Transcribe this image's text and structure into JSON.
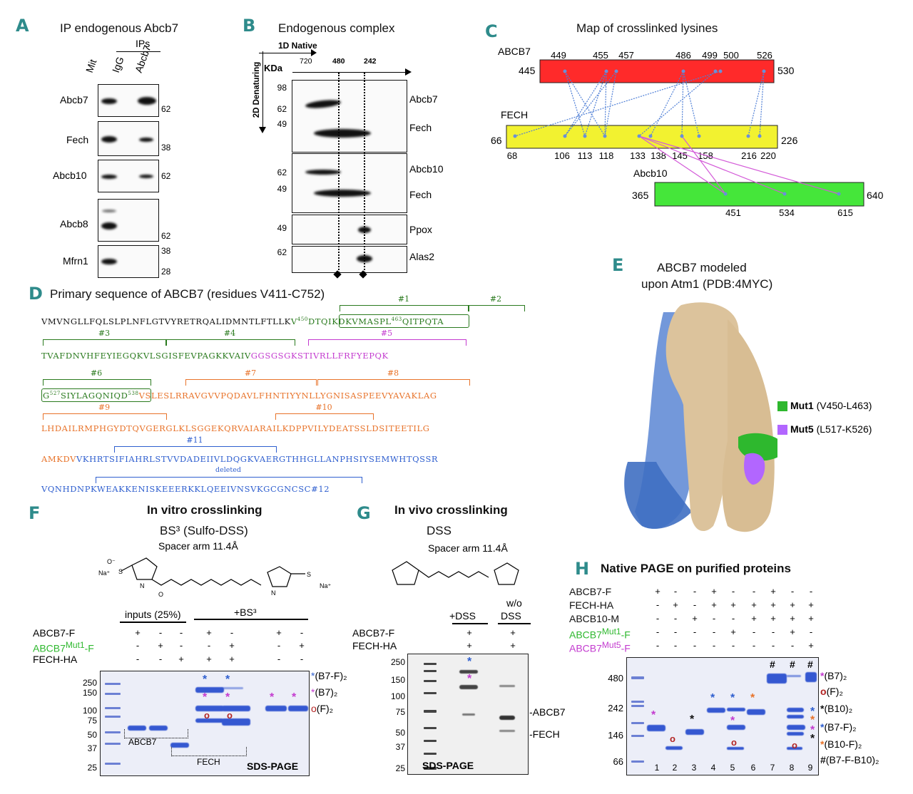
{
  "panelA": {
    "letter": "A",
    "title": "IP endogenous Abcb7",
    "ips": "IPs",
    "lanes": [
      "Mit",
      "IgG",
      "Abcb7"
    ],
    "rows": [
      {
        "name": "Abcb7",
        "mw": [
          "62"
        ]
      },
      {
        "name": "Fech",
        "mw": [
          "38"
        ]
      },
      {
        "name": "Abcb10",
        "mw": [
          "62"
        ]
      },
      {
        "name": "Abcb8",
        "mw": [
          "62"
        ]
      },
      {
        "name": "Mfrn1",
        "mw": [
          "38",
          "28"
        ]
      }
    ]
  },
  "panelB": {
    "letter": "B",
    "title": "Endogenous complex",
    "native": "1D Native",
    "denat": "2D Denaturing",
    "kda": "KDa",
    "native_ticks": [
      "720",
      "480",
      "242"
    ],
    "blots": [
      {
        "mw": [
          "98",
          "62",
          "49"
        ],
        "labels": [
          "Abcb7",
          "Fech"
        ]
      },
      {
        "mw": [
          "62",
          "49"
        ],
        "labels": [
          "Abcb10",
          "Fech"
        ]
      },
      {
        "mw": [
          "49"
        ],
        "labels": [
          "Ppox"
        ]
      },
      {
        "mw": [
          "62"
        ],
        "labels": [
          "Alas2"
        ]
      }
    ]
  },
  "panelC": {
    "letter": "C",
    "title": "Map of crosslinked lysines",
    "abcb7": {
      "name": "ABCB7",
      "start": "445",
      "end": "530",
      "sites": [
        "449",
        "455",
        "457",
        "486",
        "499",
        "500",
        "526"
      ]
    },
    "fech": {
      "name": "FECH",
      "start": "66",
      "end": "226",
      "sites": [
        "68",
        "106",
        "113",
        "118",
        "133",
        "138",
        "145",
        "158",
        "216",
        "220"
      ]
    },
    "abcb10": {
      "name": "Abcb10",
      "start": "365",
      "end": "640",
      "sites": [
        "451",
        "534",
        "615"
      ]
    },
    "colors": {
      "abcb7": "#ff2a2a",
      "fech": "#f2f230",
      "abcb10": "#45e63a",
      "blue": "#4f7fd6",
      "magenta": "#d35ad8"
    }
  },
  "panelD": {
    "letter": "D",
    "title": "Primary sequence of ABCB7 (residues V411-C752)",
    "lines": [
      [
        {
          "t": "VMVNGLLFQLSLPLNFLGTVYRETRQALIDMNTLFTLLK",
          "c": "#111"
        },
        {
          "t": "V",
          "c": "#2a7a1e"
        },
        {
          "t": "450",
          "c": "#2a7a1e",
          "sup": true
        },
        {
          "t": "DTQIKDKVMASPL",
          "c": "#2a7a1e"
        },
        {
          "t": "463",
          "c": "#2a7a1e",
          "sup": true
        },
        {
          "t": "QITPQTA",
          "c": "#2a7a1e"
        }
      ],
      [
        {
          "t": "TVAFDNVHFEYIEGQK",
          "c": "#2a7a1e"
        },
        {
          "t": "VLSGISFEVPAGKKVAIV",
          "c": "#2a7a1e"
        },
        {
          "t": "GGSGSGKSTIVRLLFRFYEPQK",
          "c": "#c33bcf"
        }
      ],
      [
        {
          "t": "G",
          "c": "#2a7a1e"
        },
        {
          "t": "527",
          "c": "#2a7a1e",
          "sup": true
        },
        {
          "t": "SIYLAGQNIQD",
          "c": "#2a7a1e"
        },
        {
          "t": "538",
          "c": "#2a7a1e",
          "sup": true
        },
        {
          "t": "VSLESLRRAVGVVPQDAVLFHNTIYYNLLYGNISASPEEVYAVAKLAG",
          "c": "#e8732a"
        }
      ],
      [
        {
          "t": "LHDAILRMPHGYDTQVGERGLKLSGGEKQRVAIARAILKDPPVILYDEATSSLDSITEETILG",
          "c": "#e8732a"
        }
      ],
      [
        {
          "t": "AMKDV",
          "c": "#e8732a"
        },
        {
          "t": "VKHRTSIFIAHRLSTVVDADEIIVLDQGKVAERGTHHGLLANPHSIYSEMWHTQSSR",
          "c": "#2f5fcf"
        }
      ],
      [
        {
          "t": "VQNHDNPKWEAKKENISKEEERKKLQEEIVNSVKGCGNCSC",
          "c": "#2f5fcf"
        },
        {
          "t": "#12",
          "c": "#2f5fcf"
        }
      ]
    ],
    "peptides": [
      "#1",
      "#2",
      "#3",
      "#4",
      "#5",
      "#6",
      "#7",
      "#8",
      "#9",
      "#10",
      "#11",
      "deleted"
    ]
  },
  "panelE": {
    "letter": "E",
    "title1": "ABCB7 modeled",
    "title2": "upon Atm1 (PDB:4MYC)",
    "legend": [
      {
        "name": "Mut1",
        "range": "(V450-L463)",
        "color": "#2eb82e"
      },
      {
        "name": "Mut5",
        "range": "(L517-K526)",
        "color": "#b266ff"
      }
    ]
  },
  "panelF": {
    "letter": "F",
    "title": "In vitro crosslinking",
    "reagent": "BS³ (Sulfo-DSS)",
    "spacer": "Spacer arm 11.4Å",
    "chem": {
      "na1": "Na⁺",
      "o1": "O⁻",
      "s": "S",
      "o": "O",
      "n": "N",
      "na2": "Na⁺"
    },
    "inputs": "inputs (25%)",
    "plus": "+BS³",
    "rows": [
      "ABCB7-F",
      "ABCB7",
      "FECH-HA"
    ],
    "mut_sup": "Mut1",
    "mut_suffix": "-F",
    "signs": [
      [
        "+",
        "-",
        "-",
        "+",
        "-",
        "+",
        "-"
      ],
      [
        "-",
        "+",
        "-",
        "-",
        "+",
        "-",
        "+"
      ],
      [
        "-",
        "-",
        "+",
        "+",
        "+",
        "-",
        "-"
      ]
    ],
    "mw": [
      "250",
      "150",
      "100",
      "75",
      "50",
      "37",
      "25"
    ],
    "legend": [
      "(B7-F)₂",
      "(B7)₂",
      "(F)₂"
    ],
    "abcb7": "ABCB7",
    "fech": "FECH",
    "sds": "SDS-PAGE"
  },
  "panelG": {
    "letter": "G",
    "title": "In vivo crosslinking",
    "reagent": "DSS",
    "spacer": "Spacer arm 11.4Å",
    "plus": "+DSS",
    "without": "w/o",
    "without2": "DSS",
    "rows": [
      "ABCB7-F",
      "FECH-HA"
    ],
    "signs": [
      [
        "+",
        "+"
      ],
      [
        "+",
        "+"
      ]
    ],
    "mw": [
      "250",
      "150",
      "100",
      "75",
      "50",
      "37",
      "25"
    ],
    "labels": [
      "-ABCB7",
      "-FECH"
    ],
    "sds": "SDS-PAGE"
  },
  "panelH": {
    "letter": "H",
    "title": "Native PAGE on purified proteins",
    "rows": [
      "ABCB7-F",
      "FECH-HA",
      "ABCB10-M",
      "ABCB7",
      "ABCB7"
    ],
    "row_sups": [
      "",
      "",
      "",
      "Mut1",
      "Mut5"
    ],
    "row_suffix": "-F",
    "signs": [
      [
        "+",
        "-",
        "-",
        "+",
        "-",
        "-",
        "+",
        "-",
        "-"
      ],
      [
        "-",
        "+",
        "-",
        "+",
        "+",
        "+",
        "+",
        "+",
        "+"
      ],
      [
        "-",
        "-",
        "+",
        "-",
        "-",
        "+",
        "+",
        "+",
        "+"
      ],
      [
        "-",
        "-",
        "-",
        "-",
        "+",
        "-",
        "-",
        "+",
        "-"
      ],
      [
        "-",
        "-",
        "-",
        "-",
        "-",
        "-",
        "-",
        "-",
        "+"
      ]
    ],
    "mw": [
      "480",
      "242",
      "146",
      "66"
    ],
    "lanes": [
      "1",
      "2",
      "3",
      "4",
      "5",
      "6",
      "7",
      "8",
      "9"
    ],
    "legend": [
      "(B7)₂",
      "(F)₂",
      "(B10)₂",
      "(B7-F)₂",
      "(B10-F)₂",
      "(B7-F-B10)₂"
    ],
    "hash": "#"
  }
}
